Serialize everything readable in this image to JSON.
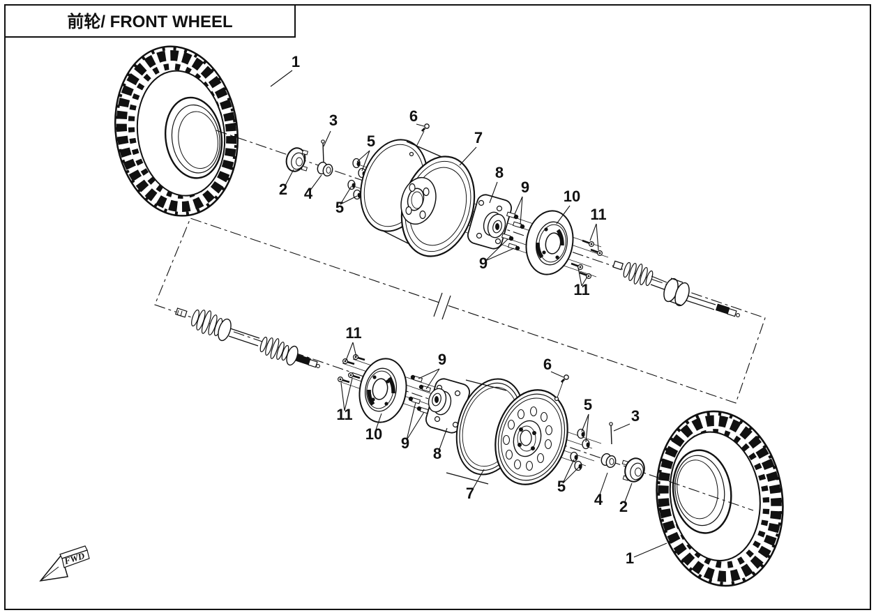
{
  "title": {
    "text": "前轮/ FRONT WHEEL"
  },
  "fwd_arrow": {
    "label": "FWD"
  },
  "colors": {
    "ink": "#111111",
    "paper": "#ffffff"
  },
  "callouts": [
    {
      "label": "1"
    },
    {
      "label": "3"
    },
    {
      "label": "2"
    },
    {
      "label": "4"
    },
    {
      "label": "5"
    },
    {
      "label": "5"
    },
    {
      "label": "6"
    },
    {
      "label": "7"
    },
    {
      "label": "8"
    },
    {
      "label": "9"
    },
    {
      "label": "9"
    },
    {
      "label": "10"
    },
    {
      "label": "11"
    },
    {
      "label": "11"
    },
    {
      "label": "11"
    },
    {
      "label": "11"
    },
    {
      "label": "9"
    },
    {
      "label": "9"
    },
    {
      "label": "10"
    },
    {
      "label": "8"
    },
    {
      "label": "7"
    },
    {
      "label": "6"
    },
    {
      "label": "5"
    },
    {
      "label": "5"
    },
    {
      "label": "3"
    },
    {
      "label": "4"
    },
    {
      "label": "2"
    },
    {
      "label": "1"
    }
  ]
}
